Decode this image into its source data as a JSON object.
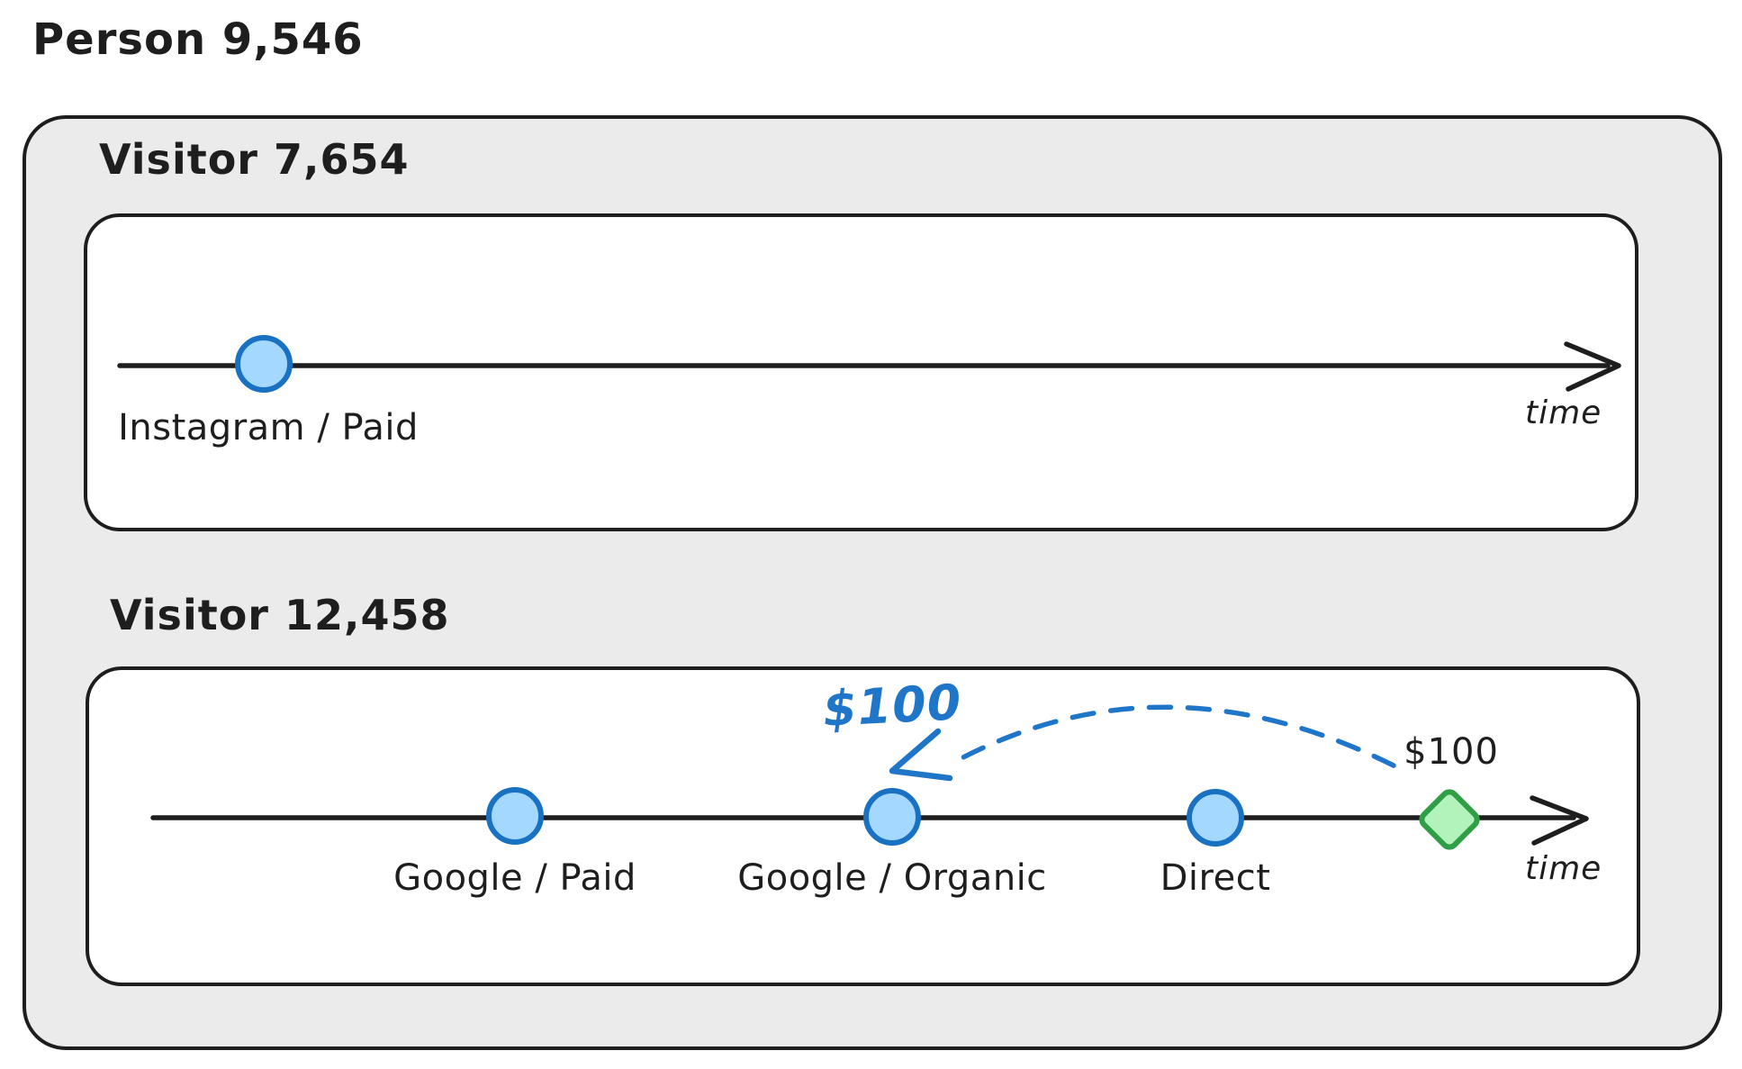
{
  "title": "Person 9,546",
  "visitors": [
    {
      "label": "Visitor 7,654",
      "time_label": "time",
      "events": [
        "Instagram / Paid"
      ]
    },
    {
      "label": "Visitor 12,458",
      "time_label": "time",
      "events": [
        "Google / Paid",
        "Google / Organic",
        "Direct"
      ],
      "attributed_revenue_label": "$100",
      "conversion_value_label": "$100"
    }
  ],
  "colors": {
    "ink": "#1e1e1e",
    "panel-bg": "#ebebeb",
    "dot-fill": "#a5d8ff",
    "dot-stroke": "#1971c2",
    "conversion-fill": "#b2f2bb",
    "conversion-stroke": "#2f9e44",
    "annotation-blue": "#1f76c9"
  }
}
